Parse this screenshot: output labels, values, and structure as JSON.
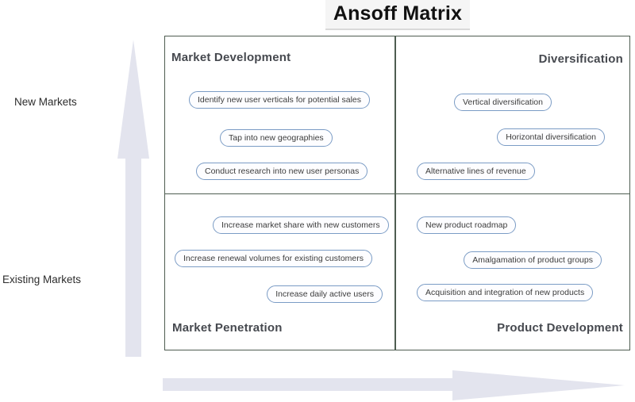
{
  "title": "Ansoff Matrix",
  "axes": {
    "y_top_label": "New Markets",
    "y_bottom_label": "Existing Markets"
  },
  "quadrants": {
    "market_development": {
      "label": "Market Development",
      "items": [
        "Identify new user verticals for potential sales",
        "Tap into new geographies",
        "Conduct research into new user personas"
      ]
    },
    "diversification": {
      "label": "Diversification",
      "items": [
        "Vertical diversification",
        "Horizontal diversification",
        "Alternative lines of revenue"
      ]
    },
    "market_penetration": {
      "label": "Market Penetration",
      "items": [
        "Increase market share with new customers",
        "Increase renewal volumes for existing customers",
        "Increase daily active users"
      ]
    },
    "product_development": {
      "label": "Product Development",
      "items": [
        "New product roadmap",
        "Amalgamation of product groups",
        "Acquisition and integration of new products"
      ]
    }
  },
  "icons": {
    "y_axis_arrow": "up-arrow",
    "x_axis_arrow": "right-arrow"
  },
  "colors": {
    "grid_border": "#4e5d51",
    "pill_border": "#7b9cc5",
    "arrow_fill": "#e3e4ee",
    "heading_text": "#46494f",
    "title_highlight": "#f5f5f5"
  }
}
